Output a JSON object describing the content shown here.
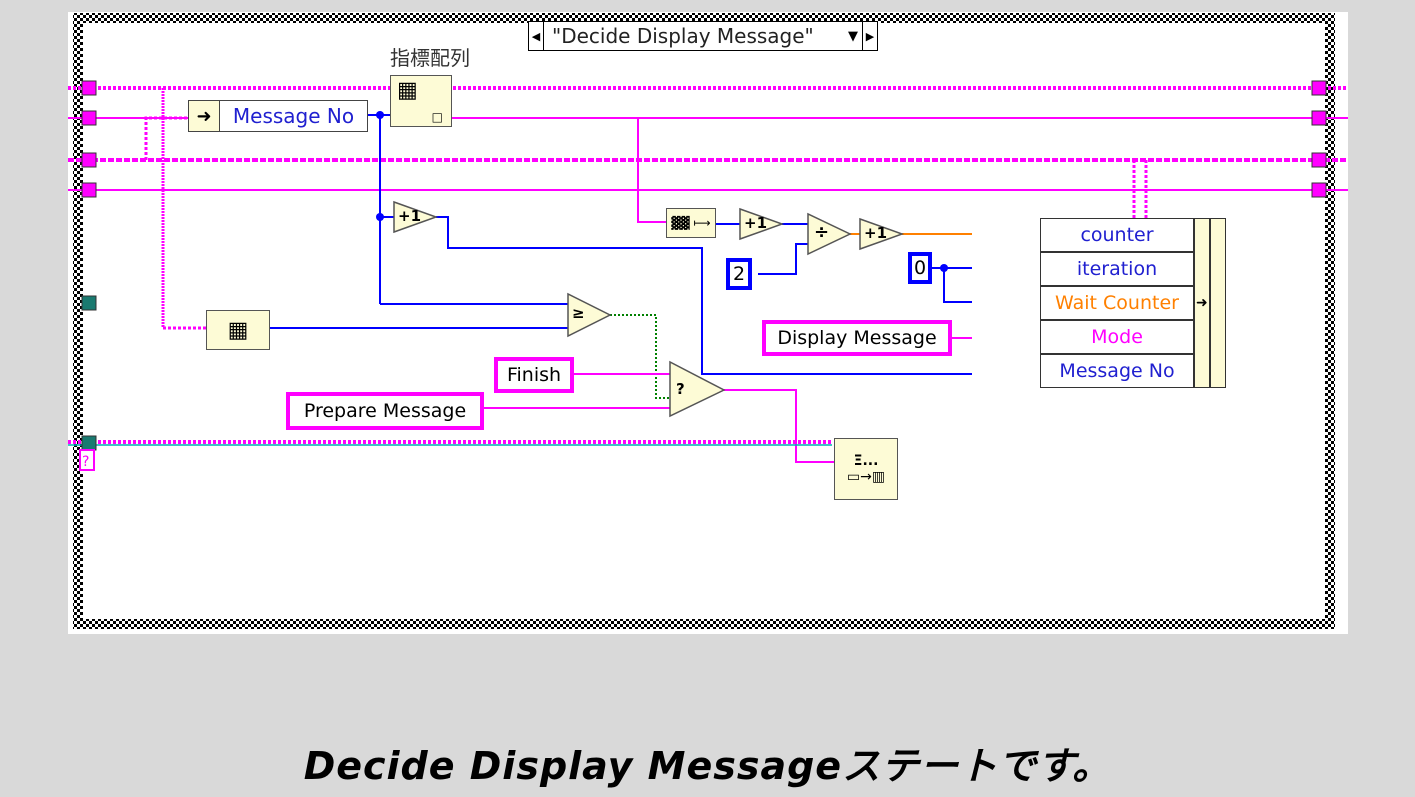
{
  "case_selector": {
    "label": "\"Decide Display Message\"",
    "prev_icon": "triangle-left-icon",
    "next_icon": "triangle-right-icon",
    "dropdown_icon": "triangle-down-icon"
  },
  "index_array_label": "指標配列",
  "unbundle": {
    "field": "Message No"
  },
  "constants": {
    "two": "2",
    "zero": "0",
    "display_message": "Display Message",
    "finish": "Finish",
    "prepare_message": "Prepare Message"
  },
  "functions": {
    "increment_a": "+1",
    "increment_b": "+1",
    "increment_c": "+1",
    "divide": "÷",
    "greater_equal": "≥",
    "select": "?",
    "enqueue": "Ξ..."
  },
  "bundle": {
    "fields": [
      {
        "label": "counter",
        "color": "#2020d0"
      },
      {
        "label": "iteration",
        "color": "#2020d0"
      },
      {
        "label": "Wait Counter",
        "color": "#ff8000"
      },
      {
        "label": "Mode",
        "color": "#ff00ff"
      },
      {
        "label": "Message No",
        "color": "#2020d0"
      }
    ]
  },
  "colors": {
    "string_wire": "#ff00ff",
    "int_wire": "#0000ff",
    "dbl_wire": "#ff8000",
    "bool_wire": "#008000",
    "node_bg": "#fdfbd6",
    "cluster_wire": "#008080"
  },
  "caption": "Decide Display Messageステートです。"
}
